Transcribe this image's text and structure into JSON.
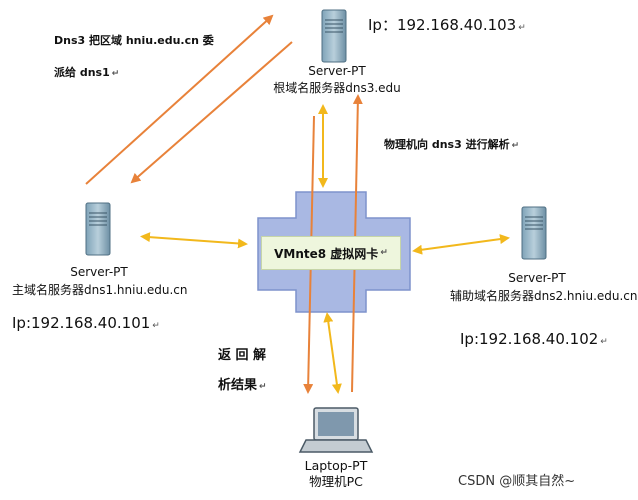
{
  "nodes": {
    "dns3": {
      "type": "Server-PT",
      "name": "根域名服务器dns3.edu",
      "ip": "Ip：192.168.40.103"
    },
    "dns1": {
      "type": "Server-PT",
      "name": "主域名服务器dns1.hniu.edu.cn",
      "ip": "Ip:192.168.40.101"
    },
    "dns2": {
      "type": "Server-PT",
      "name": "辅助域名服务器dns2.hniu.edu.cn",
      "ip": "Ip:192.168.40.102"
    },
    "laptop": {
      "type": "Laptop-PT",
      "name": "物理机PC"
    },
    "vmnet": {
      "name": "VMnte8 虚拟网卡"
    }
  },
  "annotations": {
    "delegate_line1": "Dns3 把区域 hniu.edu.cn 委",
    "delegate_line2": "派给 dns1",
    "query": "物理机向 dns3 进行解析",
    "return_line1": "返 回 解",
    "return_line2": "析结果"
  },
  "watermark": "CSDN @顺其自然~",
  "colors": {
    "orange_arrow": "#e8823a",
    "yellow_arrow": "#f2b81c",
    "switch_fill": "#a9b8e3",
    "switch_stroke": "#7e92cc",
    "box_fill": "#eef6dd"
  }
}
